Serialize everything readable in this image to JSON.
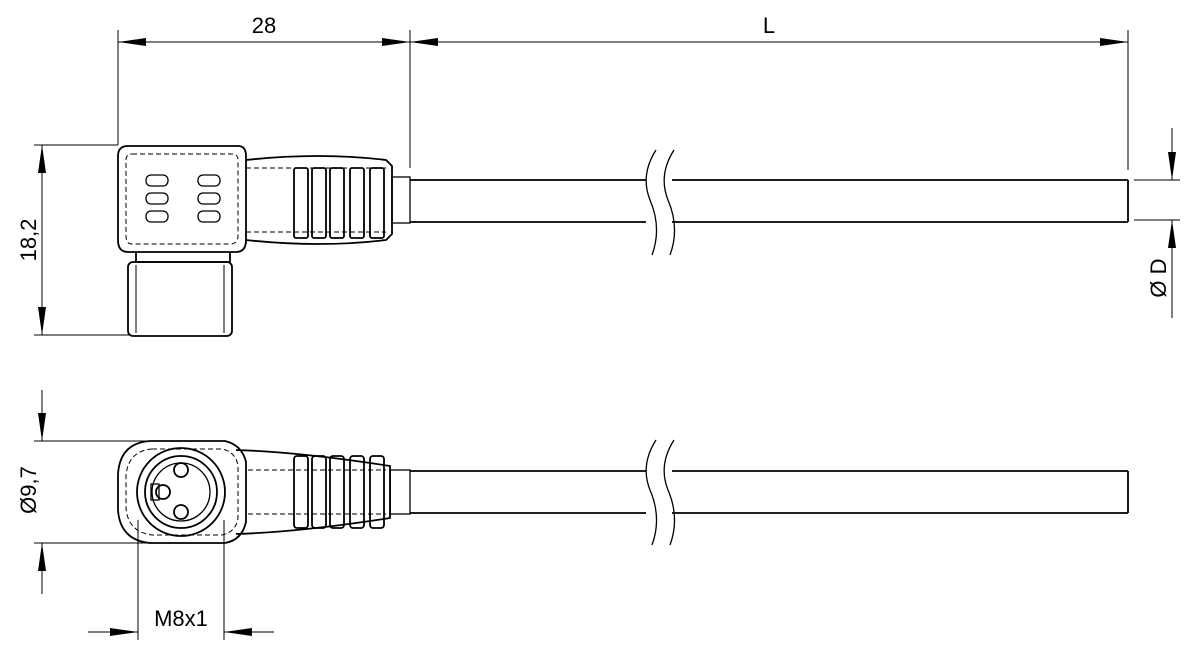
{
  "dimensions": {
    "connector_length": "28",
    "cable_length": "L",
    "connector_height": "18,2",
    "cable_diameter": "Ø D",
    "head_diameter": "Ø9,7",
    "thread": "M8x1"
  }
}
